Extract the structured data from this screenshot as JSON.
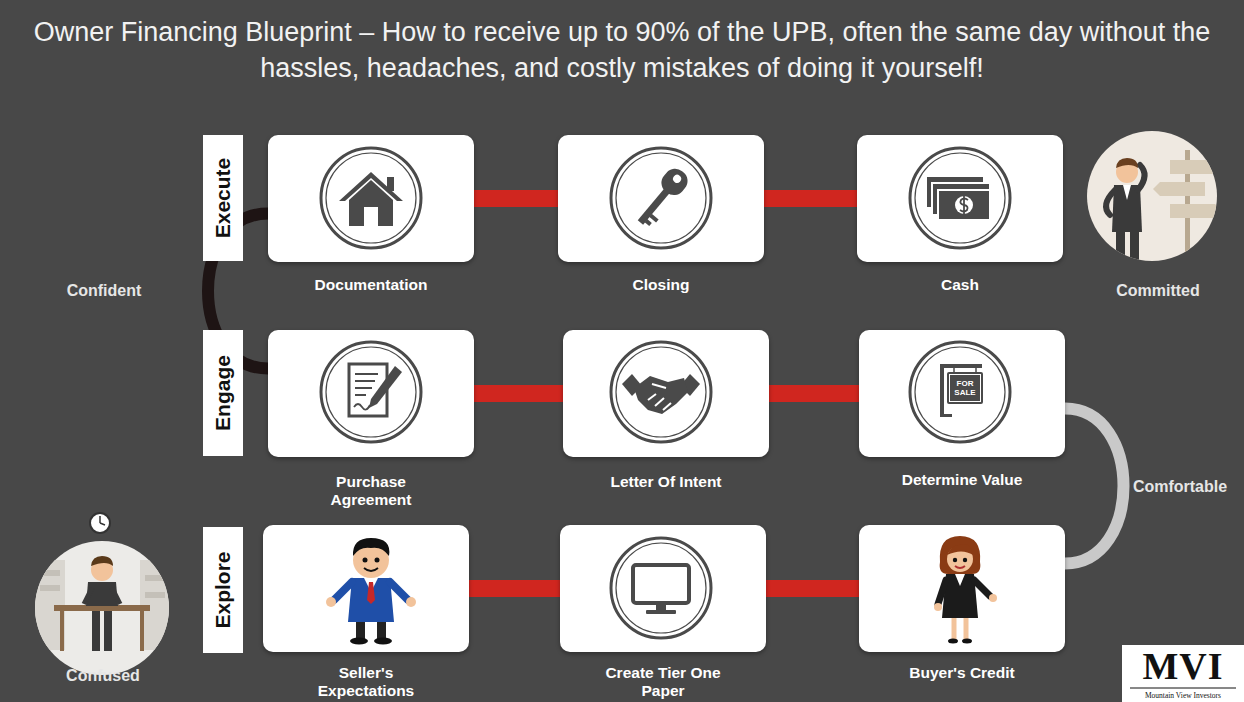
{
  "diagram": {
    "title": "Owner Financing Blueprint – How to receive up to 90% of the UPB, often the same day without the hassles, headaches, and costly mistakes of doing it yourself!",
    "nodes": [
      {
        "text": [
          "Documentation"
        ]
      },
      {
        "text": [
          "Closing"
        ]
      },
      {
        "text": [
          "Cash"
        ]
      },
      {
        "text": [
          "Purchase Agreement"
        ]
      },
      {
        "text": [
          "Letter Of Intent"
        ]
      },
      {
        "text": [
          "Determine Value"
        ]
      },
      {
        "text": [
          "Seller's Expectations"
        ]
      },
      {
        "text": [
          "Create Tier One Paper"
        ]
      },
      {
        "text": [
          "Buyer's Credit"
        ]
      }
    ],
    "edges": [
      {
        "from": 6,
        "to": 7,
        "arrow": "none"
      },
      {
        "from": 7,
        "to": 8,
        "arrow": "none"
      },
      {
        "from": 8,
        "to": 5,
        "arrow": "none"
      },
      {
        "from": 5,
        "to": 4,
        "arrow": "none"
      },
      {
        "from": 4,
        "to": 3,
        "arrow": "none"
      },
      {
        "from": 3,
        "to": 0,
        "arrow": "none"
      },
      {
        "from": 0,
        "to": 1,
        "arrow": "none"
      },
      {
        "from": 1,
        "to": 2,
        "arrow": "none"
      }
    ],
    "labels": [
      "Execute",
      "Engage",
      "Explore",
      "Confident",
      "Committed",
      "Comfortable",
      "Confused",
      "MVI",
      "Mountain View Investors",
      "FOR SALE"
    ]
  }
}
